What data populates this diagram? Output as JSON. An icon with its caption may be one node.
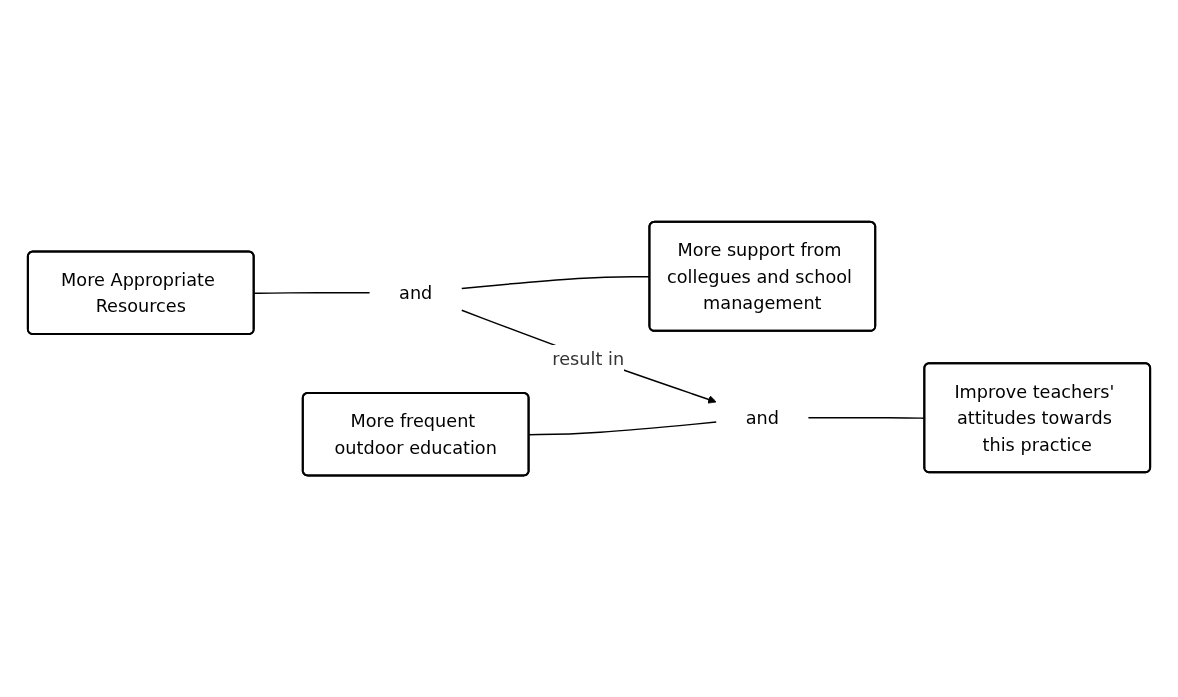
{
  "diagram": {
    "nodes": [
      {
        "text": [
          "More Appropriate Resources"
        ]
      },
      {
        "text": [
          "and"
        ]
      },
      {
        "text": [
          "More support from collegues and school management"
        ]
      },
      {
        "text": [
          "More frequent outdoor education"
        ]
      },
      {
        "text": [
          "and"
        ]
      },
      {
        "text": [
          "Improve teachers' attitudes towards this practice"
        ]
      }
    ],
    "edges": [
      {
        "from": 0,
        "to": 1,
        "arrow": "none"
      },
      {
        "from": 1,
        "to": 2,
        "arrow": "none"
      },
      {
        "from": 1,
        "to": 4,
        "arrow": "to",
        "label": "result in"
      },
      {
        "from": 3,
        "to": 4,
        "arrow": "none"
      },
      {
        "from": 4,
        "to": 5,
        "arrow": "none"
      }
    ]
  }
}
